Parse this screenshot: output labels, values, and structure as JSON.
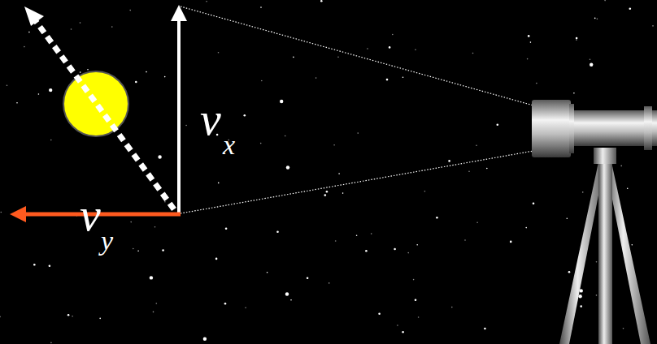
{
  "diagram": {
    "labels": [
      "v",
      "x",
      "v",
      "y"
    ]
  }
}
